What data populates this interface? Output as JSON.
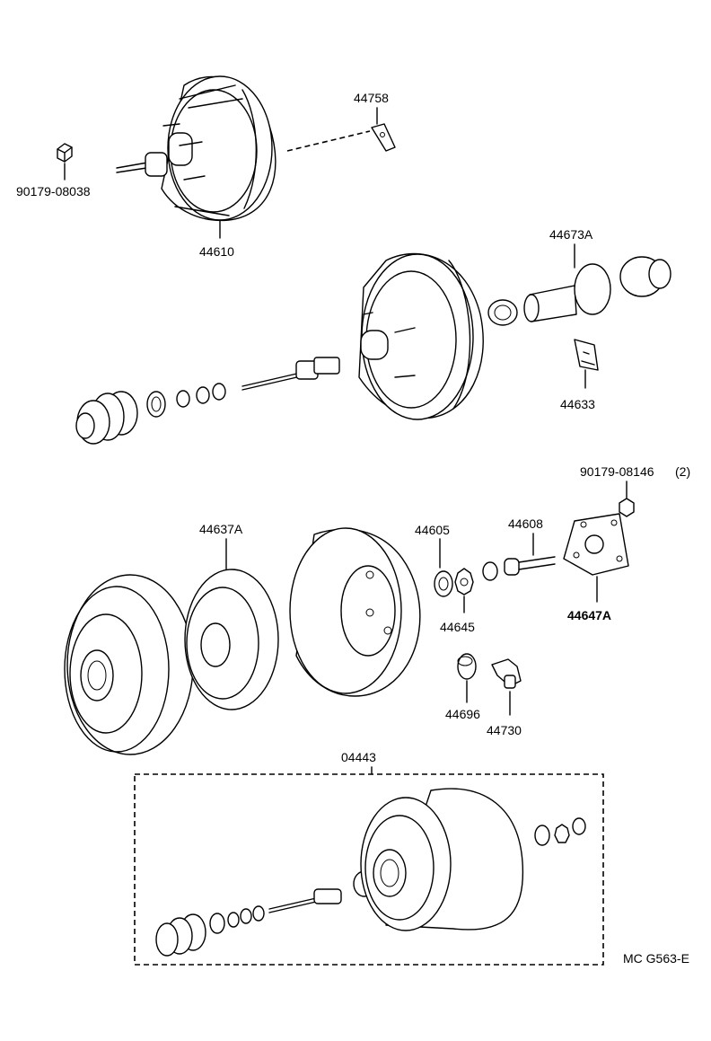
{
  "labels": {
    "p44758": "44758",
    "p90179_08038": "90179-08038",
    "p44610": "44610",
    "p44673A": "44673A",
    "p44633": "44633",
    "p90179_08146": "90179-08146",
    "p90179_08146_qty": "(2)",
    "p44637A": "44637A",
    "p44605": "44605",
    "p44608": "44608",
    "p44645": "44645",
    "p44647A": "44647A",
    "p44696": "44696",
    "p44730": "44730",
    "p04443": "04443"
  },
  "figure_code": "MC G563-E"
}
